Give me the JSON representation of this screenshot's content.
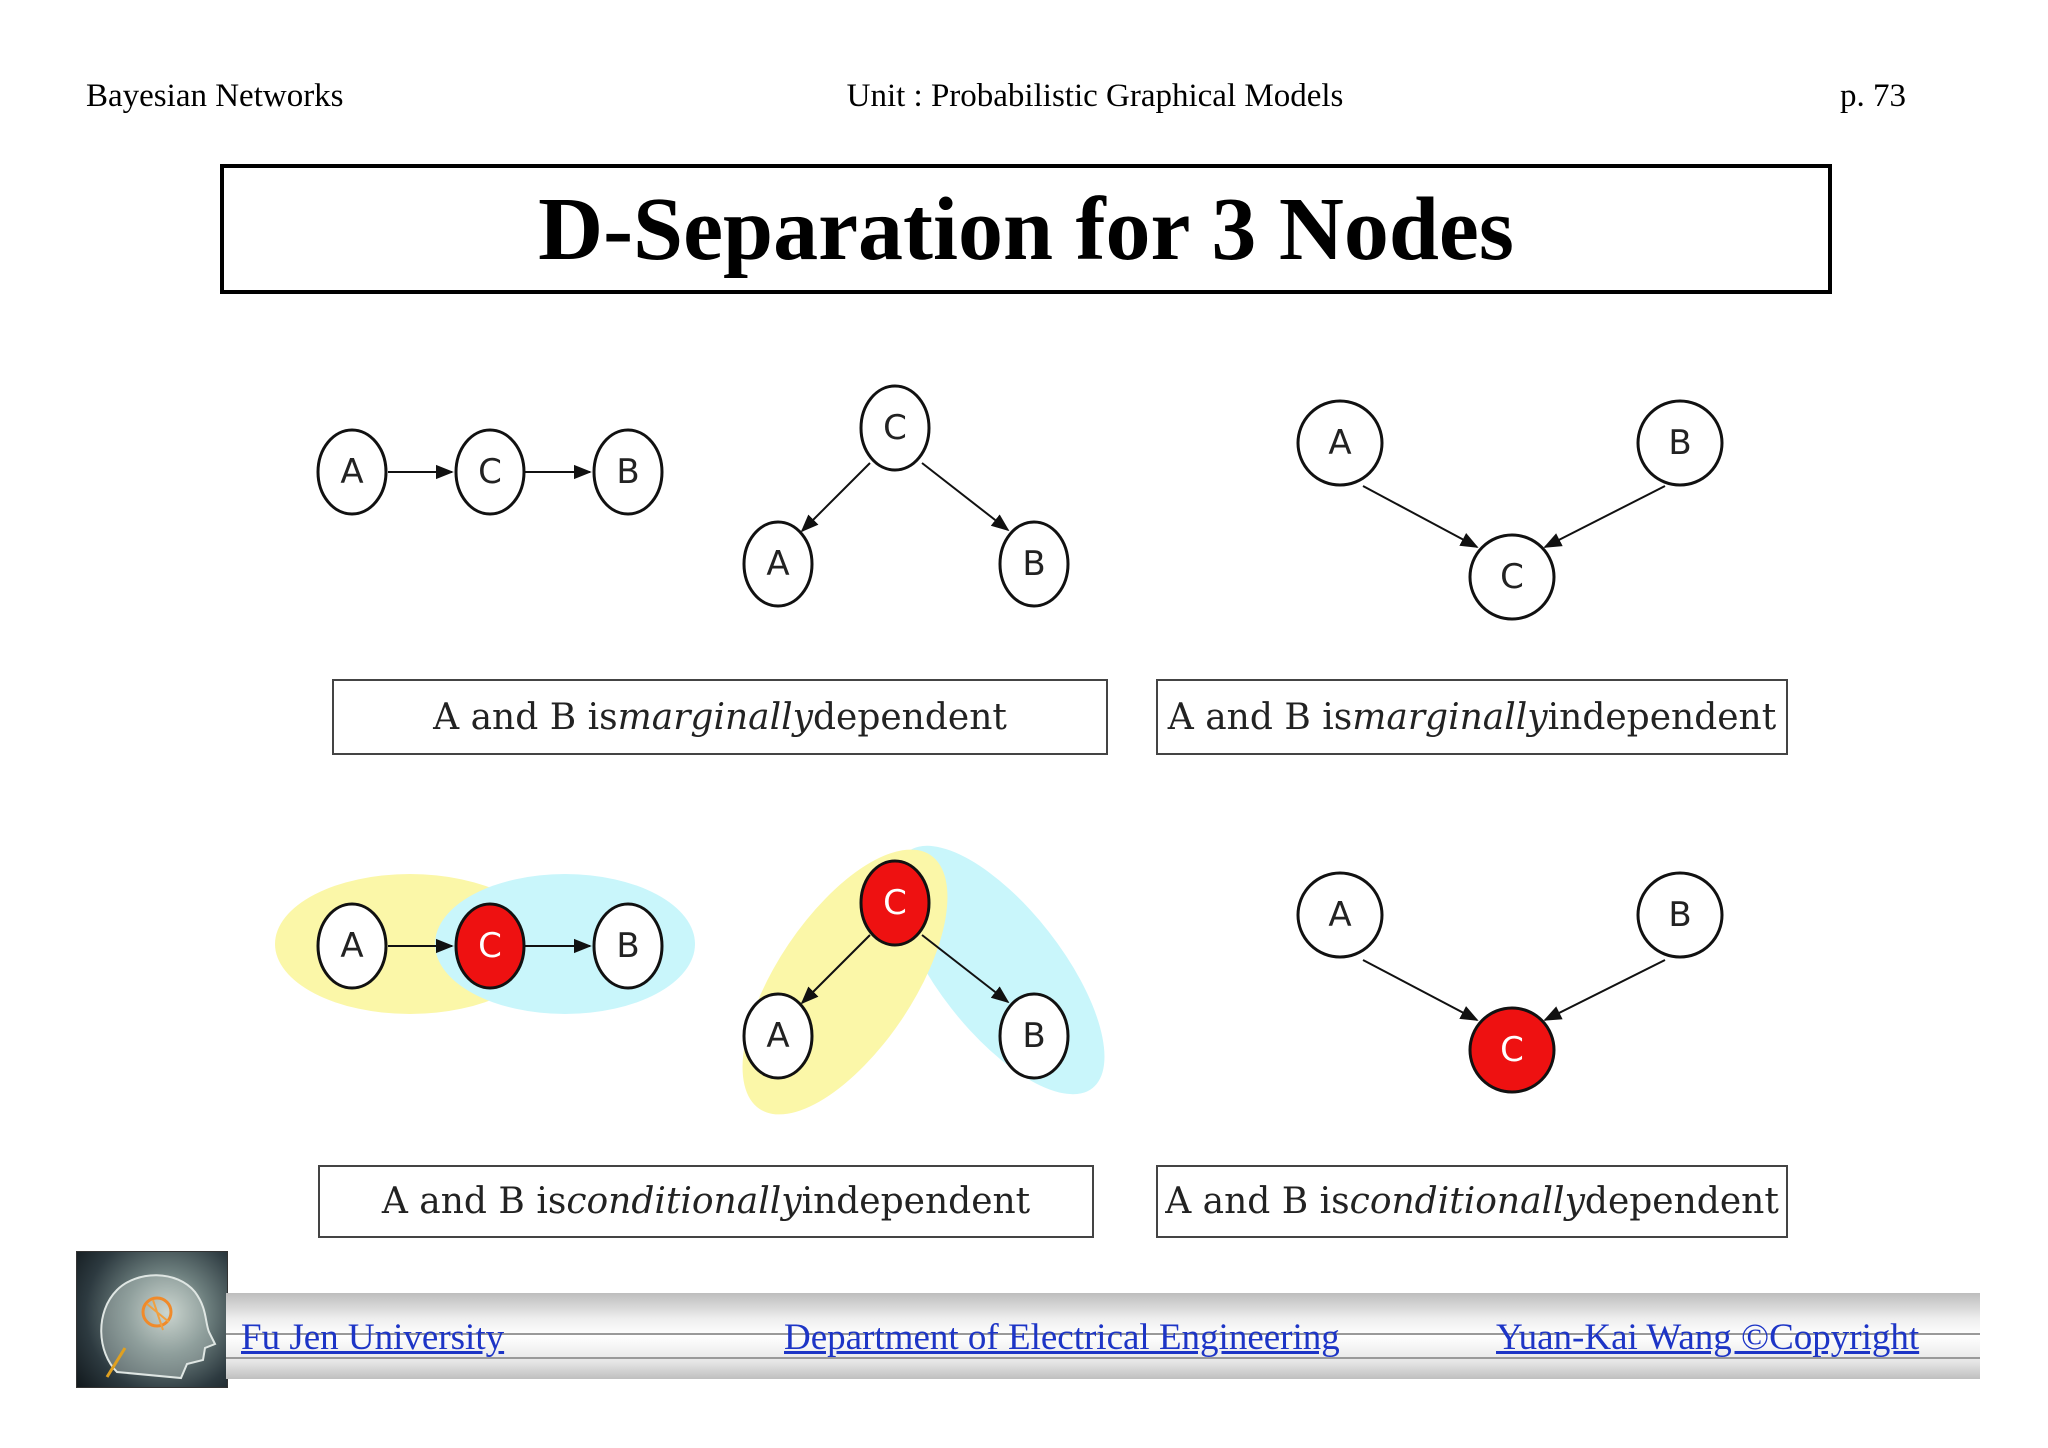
{
  "header": {
    "left": "Bayesian Networks",
    "center": "Unit : Probabilistic Graphical Models",
    "right": "p.  73"
  },
  "title": "D-Separation for 3 Nodes",
  "node_labels": {
    "a": "A",
    "b": "B",
    "c": "C"
  },
  "captions": {
    "top_left": {
      "pre": "A and B is ",
      "em": "marginally",
      "post": " dependent"
    },
    "top_right": {
      "pre": "A and B is ",
      "em": "marginally",
      "post": " independent"
    },
    "bottom_left": {
      "pre": "A and B is ",
      "em": "conditionally",
      "post": " independent"
    },
    "bottom_right": {
      "pre": "A and B is ",
      "em": "conditionally",
      "post": " dependent"
    }
  },
  "colors": {
    "observed_node": "#ee1111",
    "highlight_yellow": "#fbf7a8",
    "highlight_cyan": "#c9f6fb"
  },
  "footer": {
    "left": "Fu Jen University",
    "center": "Department of Electrical Engineering",
    "right": "Yuan-Kai Wang ©Copyright"
  }
}
